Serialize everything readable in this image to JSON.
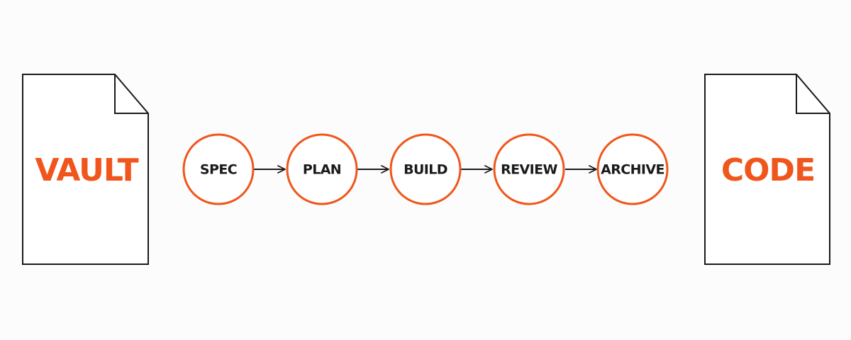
{
  "colors": {
    "accent": "#f0561b",
    "stroke": "#1a1a1a",
    "background": "#fcfcfc"
  },
  "documents": {
    "left": {
      "label": "VAULT",
      "icon": "document-icon"
    },
    "right": {
      "label": "CODE",
      "icon": "document-icon"
    }
  },
  "stages": [
    {
      "label": "SPEC"
    },
    {
      "label": "PLAN"
    },
    {
      "label": "BUILD"
    },
    {
      "label": "REVIEW"
    },
    {
      "label": "ARCHIVE"
    }
  ],
  "connectors": [
    {
      "from": "SPEC",
      "to": "PLAN",
      "icon": "arrow-right-icon"
    },
    {
      "from": "PLAN",
      "to": "BUILD",
      "icon": "arrow-right-icon"
    },
    {
      "from": "BUILD",
      "to": "REVIEW",
      "icon": "arrow-right-icon"
    },
    {
      "from": "REVIEW",
      "to": "ARCHIVE",
      "icon": "arrow-right-icon"
    }
  ]
}
